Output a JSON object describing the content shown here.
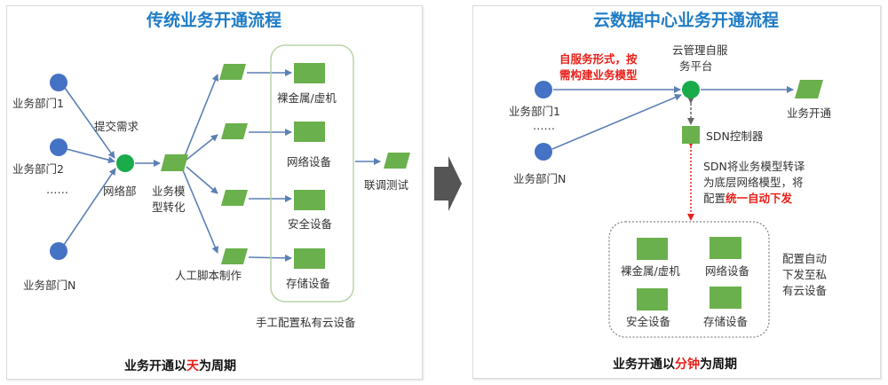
{
  "left": {
    "title": "传统业务开通流程",
    "departments": [
      "业务部门1",
      "业务部门2",
      "业务部门N"
    ],
    "ellipsis": "……",
    "submit_label": "提交需求",
    "network_dept": "网络部",
    "model_transform": [
      "业务模",
      "型转化"
    ],
    "manual_script": "人工脚本制作",
    "devices": [
      "裸金属/虚机",
      "网络设备",
      "安全设备",
      "存储设备"
    ],
    "joint_test": "联调测试",
    "manual_config": "手工配置私有云设备",
    "summary": {
      "prefix": "业务开通以",
      "highlight": "天",
      "suffix": "为周期"
    }
  },
  "right": {
    "title": "云数据中心业务开通流程",
    "departments": [
      "业务部门1",
      "业务部门N"
    ],
    "ellipsis": "……",
    "self_service": [
      "自服务形式，按",
      "需构建业务模型"
    ],
    "platform": [
      "云管理自服",
      "务平台"
    ],
    "business_open": "业务开通",
    "sdn_controller": "SDN控制器",
    "sdn_desc": {
      "line1": "SDN将业务模型转译",
      "line2": "为底层网络模型，将",
      "line3_prefix": "配置",
      "line3_highlight": "统一自动下发"
    },
    "devices": [
      "裸金属/虚机",
      "网络设备",
      "安全设备",
      "存储设备"
    ],
    "auto_config": [
      "配置自动",
      "下发至私",
      "有云设备"
    ],
    "summary": {
      "prefix": "业务开通以",
      "highlight": "分钟",
      "suffix": "为周期"
    }
  },
  "colors": {
    "title_blue": "#1f7cc6",
    "node_blue": "#4472c4",
    "node_green": "#1aab4a",
    "box_green": "#6ab04c",
    "arrow": "#5b7fb5",
    "highlight_red": "#e8201a"
  }
}
